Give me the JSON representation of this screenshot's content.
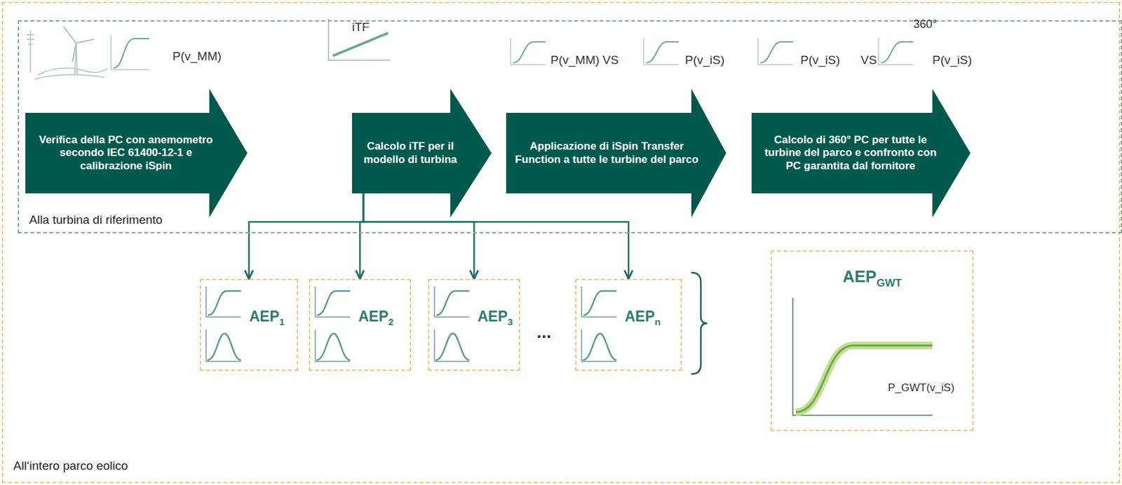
{
  "diagram": {
    "nodes": [
      {
        "text": [
          "All‘intero parco eolico"
        ]
      },
      {
        "text": [
          "Alla turbina di riferimento"
        ],
        "in": 0
      },
      {
        "text": [
          "Verifica della PC con anemometro secondo IEC 61400-12-1 e calibrazione iSpin"
        ],
        "in": 1
      },
      {
        "text": [
          "Calcolo iTF per il modello di turbina"
        ],
        "in": 1
      },
      {
        "text": [
          "Applicazione di iSpin Transfer Function a tutte le turbine del parco"
        ],
        "in": 1
      },
      {
        "text": [
          "Calcolo di 360° PC per tutte le turbine del parco e confronto con PC garantita dal fornitore"
        ],
        "in": 1
      },
      {
        "text": [
          "AEP",
          "1"
        ],
        "in": 0
      },
      {
        "text": [
          "AEP",
          "2"
        ],
        "in": 0
      },
      {
        "text": [
          "AEP",
          "3"
        ],
        "in": 0
      },
      {
        "text": [
          "AEP",
          "n"
        ],
        "in": 0
      },
      {
        "text": [
          "AEP",
          "GWT",
          "P_GWT(v_iS)"
        ],
        "in": 0
      }
    ],
    "edges": [
      {
        "from": 3,
        "to": 6,
        "arrow": "to"
      },
      {
        "from": 3,
        "to": 7,
        "arrow": "to"
      },
      {
        "from": 3,
        "to": 8,
        "arrow": "to"
      },
      {
        "from": 3,
        "to": 9,
        "arrow": "to"
      }
    ],
    "labels": [
      "P(v_MM)",
      "iTF",
      "P(v_MM)",
      "VS",
      "P(v_iS)",
      "P(v_iS)",
      "VS",
      "360°",
      "P(v_iS)",
      "..."
    ]
  }
}
